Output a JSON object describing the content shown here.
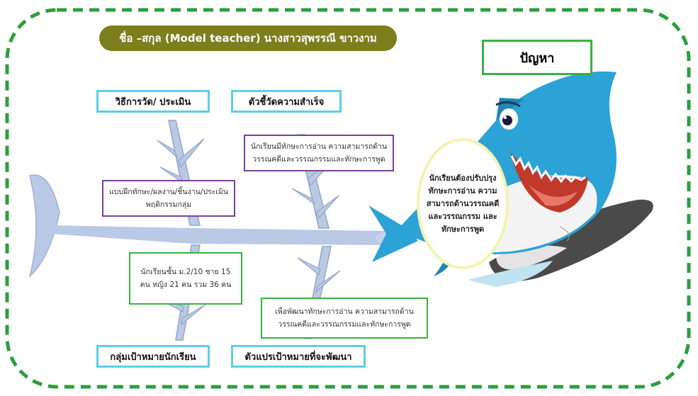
{
  "title": "ชื่อ –สกุล (Model teacher) นางสาวสุพรรณี ขาวงาม",
  "problem": {
    "label": "ปัญหา",
    "text": "นักเรียนต้องปรับปรุงทักษะการอ่าน ความสามารถด้านวรรณคดีและวรรณกรรม และทักษะการพูด"
  },
  "categories": {
    "assessment": {
      "label": "วิธีการวัด/ ประเมิน",
      "detail": "แบบฝึกทักษะ/ผลงาน/ชิ้นงาน/ประเมินพฤติกรรมกลุ่ม"
    },
    "indicator": {
      "label": "ตัวชี้วัดความสำเร็จ",
      "detail": "นักเรียนมีทักษะการอ่าน ความสามารถด้านวรรณคดีและวรรณกรรมและทักษะการพูด"
    },
    "target_group": {
      "label": "กลุ่มเป้าหมายนักเรียน",
      "detail": "นักเรียนชั้น ม.2/10 ชาย 15 คน หญิง 21 คน รวม 36 คน"
    },
    "target_variable": {
      "label": "ตัวแปรเป้าหมายที่จะพัฒนา",
      "detail": "เพื่อพัฒนาทักษะการอ่าน ความสามารถด้านวรรณคดีและวรรณกรรมและทักษะการพูด"
    }
  },
  "colors": {
    "frame": "#2e9e3e",
    "title_bg": "#7c7f1c",
    "spine": "#b9c9e6",
    "shark_body": "#2ba3d6",
    "cyan_border": "#5ccfe6",
    "purple_border": "#7b4196",
    "green_border": "#3cb043"
  },
  "icons": [
    "shark-illustration",
    "fish-skeleton"
  ]
}
